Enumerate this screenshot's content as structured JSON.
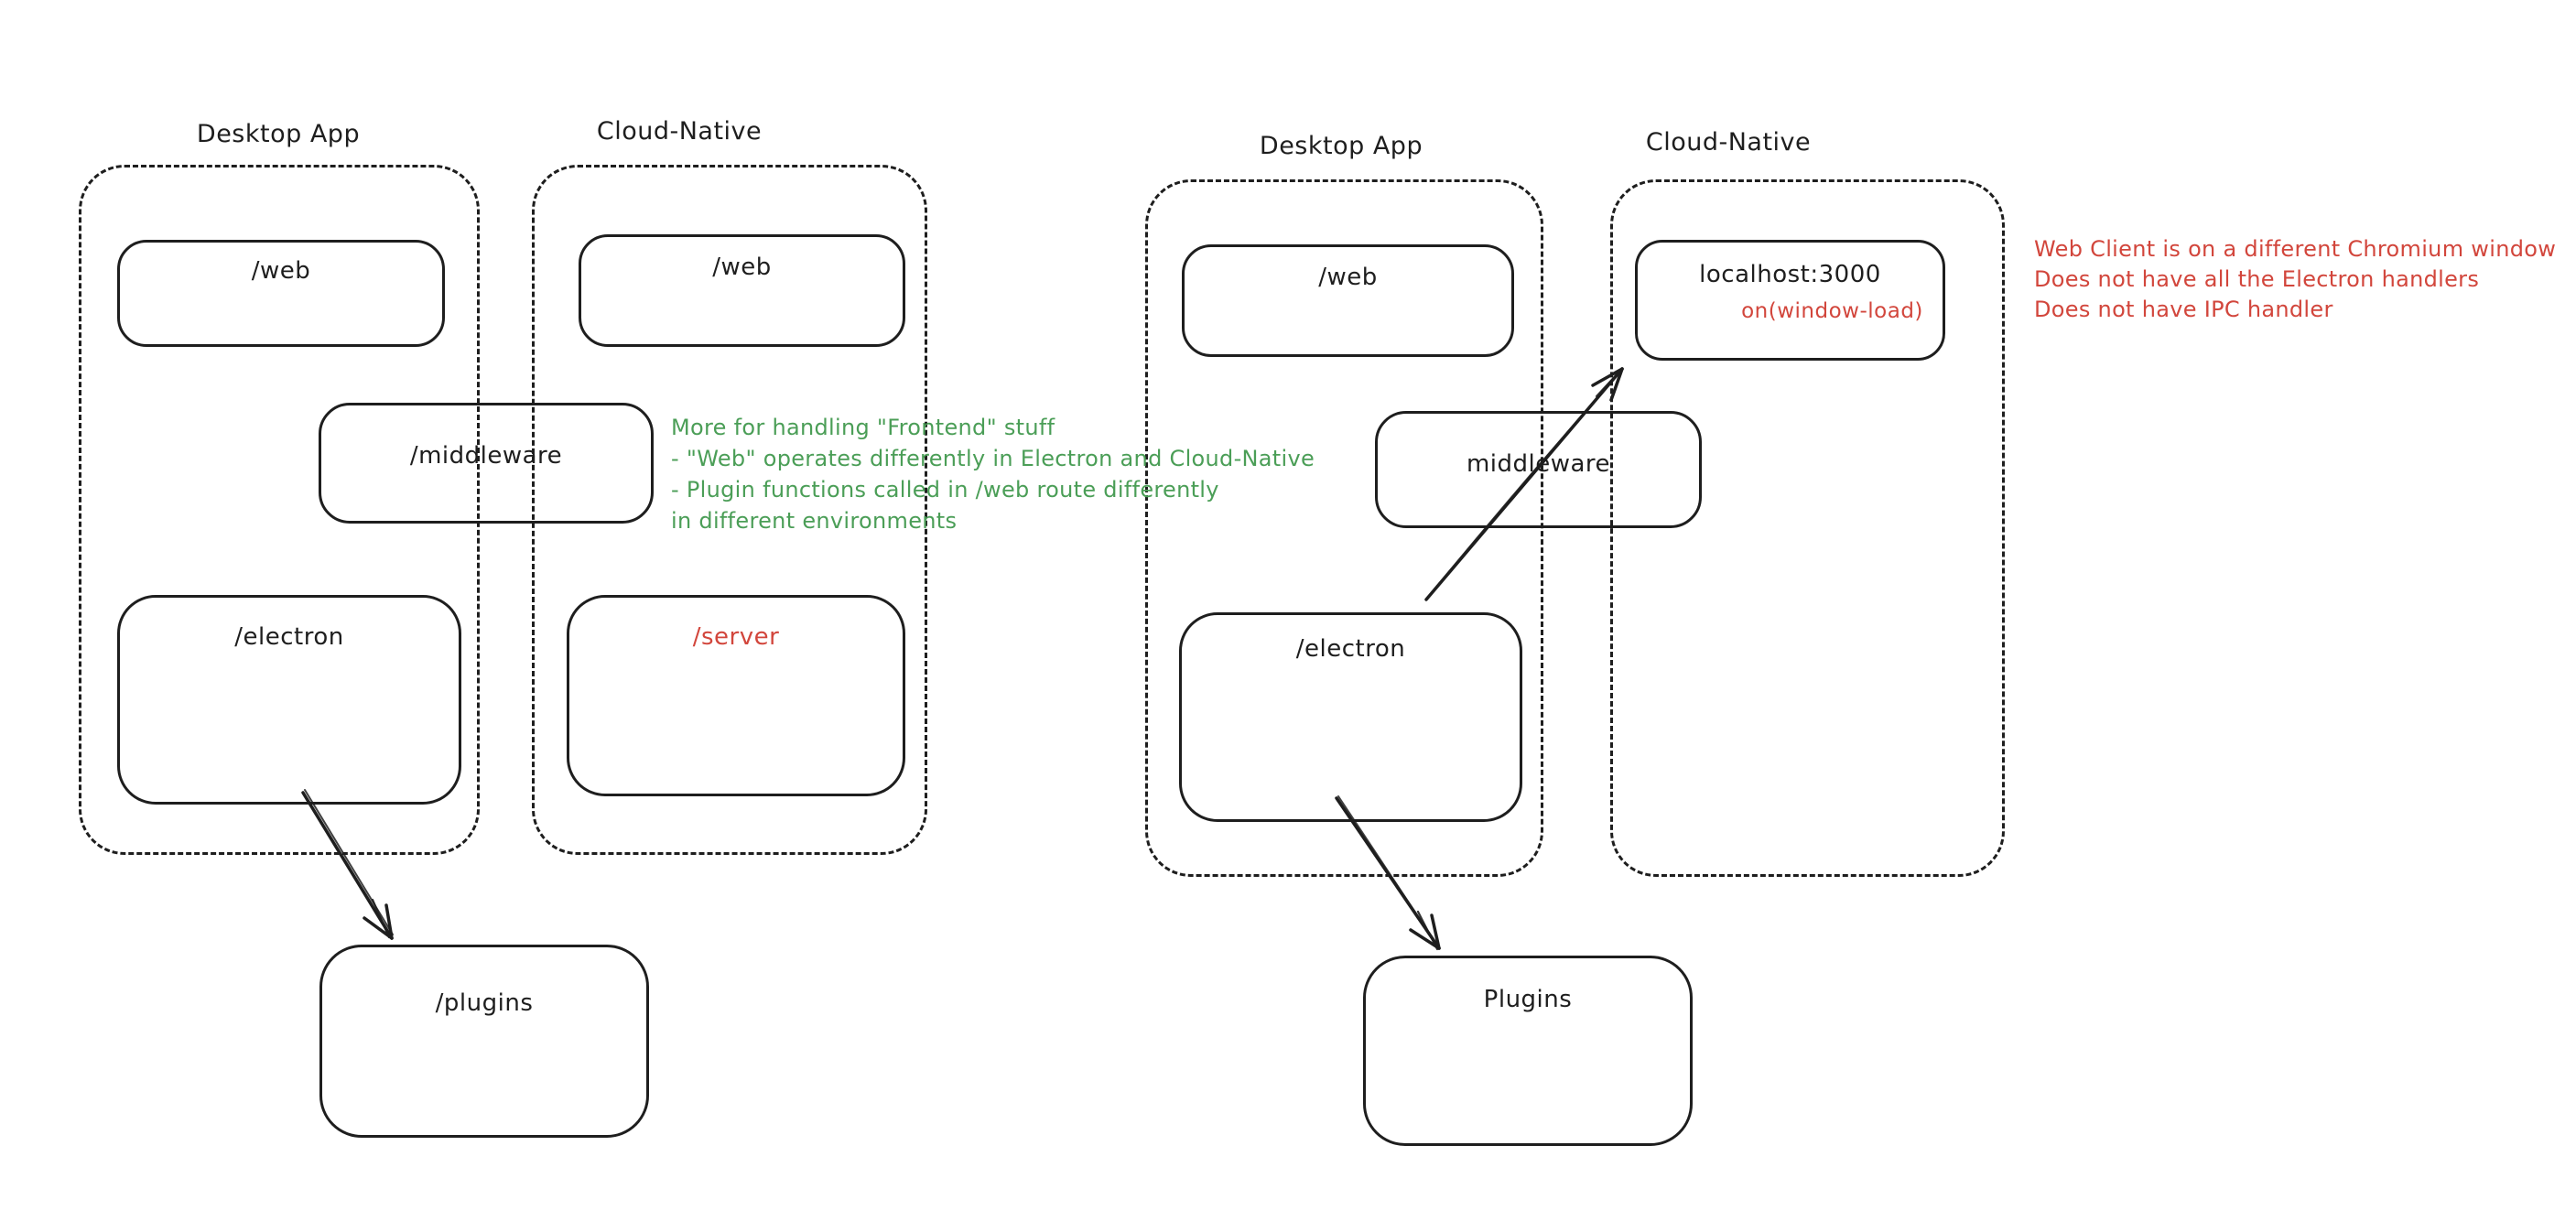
{
  "colors": {
    "stroke": "#1e1e1e",
    "green_text": "#4b9e57",
    "red_text": "#d2463c",
    "background": "#ffffff"
  },
  "left_group": {
    "desktop_title": "Desktop App",
    "cloud_title": "Cloud-Native",
    "web1_label": "/web",
    "web2_label": "/web",
    "middleware_label": "/middleware",
    "electron_label": "/electron",
    "server_label": "/server",
    "plugins_label": "/plugins"
  },
  "right_group": {
    "desktop_title": "Desktop App",
    "cloud_title": "Cloud-Native",
    "web_label": "/web",
    "localhost_label": "localhost:3000",
    "window_load_label": "on(window-load)",
    "middleware_label": "middleware",
    "electron_label": "/electron",
    "plugins_label": "Plugins"
  },
  "green_note": {
    "line1": "More for handling \"Frontend\" stuff",
    "line2": "- \"Web\" operates differently in Electron and Cloud-Native",
    "line3": "- Plugin functions called in /web route differently",
    "line4": "in different environments"
  },
  "red_note": {
    "line1": "Web Client is on a different Chromium window",
    "line2": "Does not have all the Electron handlers",
    "line3": "Does not have IPC handler"
  }
}
